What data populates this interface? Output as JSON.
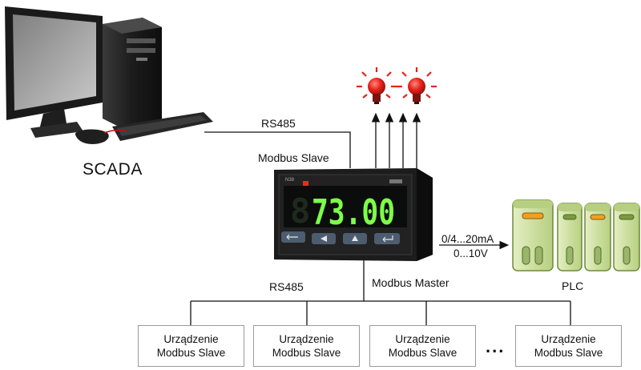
{
  "labels": {
    "scada": "SCADA",
    "rs485_top": "RS485",
    "modbus_slave": "Modbus Slave",
    "rs485_bottom": "RS485",
    "modbus_master": "Modbus Master",
    "analog_out_1": "0/4...20mA",
    "analog_out_2": "0...10V",
    "plc": "PLC",
    "ellipsis": "..."
  },
  "meter": {
    "display_value": "73.00",
    "display_color": "#7dff4a"
  },
  "slave_devices": [
    {
      "line1": "Urządzenie",
      "line2": "Modbus Slave"
    },
    {
      "line1": "Urządzenie",
      "line2": "Modbus Slave"
    },
    {
      "line1": "Urządzenie",
      "line2": "Modbus Slave"
    },
    {
      "line1": "Urządzenie",
      "line2": "Modbus Slave"
    }
  ],
  "colors": {
    "bulb_red": "#e8211b",
    "plc_green": "#cfe3a0",
    "plc_dark": "#6f8a3a",
    "plc_accent": "#f0a020"
  }
}
